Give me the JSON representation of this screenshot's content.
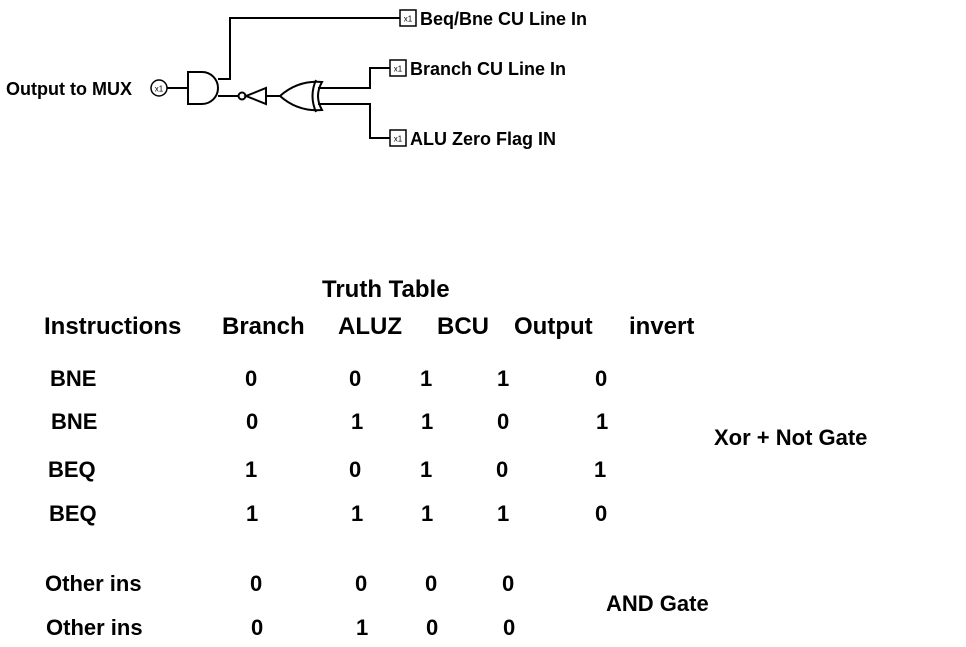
{
  "circuit": {
    "output_label": "Output to MUX",
    "port_marker": "x1",
    "inputs": [
      "Beq/Bne CU Line In",
      "Branch CU Line In",
      "ALU Zero Flag IN"
    ]
  },
  "table": {
    "title": "Truth Table",
    "headers": [
      "Instructions",
      "Branch",
      "ALUZ",
      "BCU",
      "Output",
      "invert"
    ],
    "rows": [
      [
        "BNE",
        "0",
        "0",
        "1",
        "1",
        "0"
      ],
      [
        "BNE",
        "0",
        "1",
        "1",
        "0",
        "1"
      ],
      [
        "BEQ",
        "1",
        "0",
        "1",
        "0",
        "1"
      ],
      [
        "BEQ",
        "1",
        "1",
        "1",
        "1",
        "0"
      ],
      [
        "Other ins",
        "0",
        "0",
        "0",
        "0"
      ],
      [
        "Other ins",
        "0",
        "1",
        "0",
        "0"
      ]
    ],
    "notes": [
      "Xor + Not Gate",
      "AND Gate"
    ]
  }
}
